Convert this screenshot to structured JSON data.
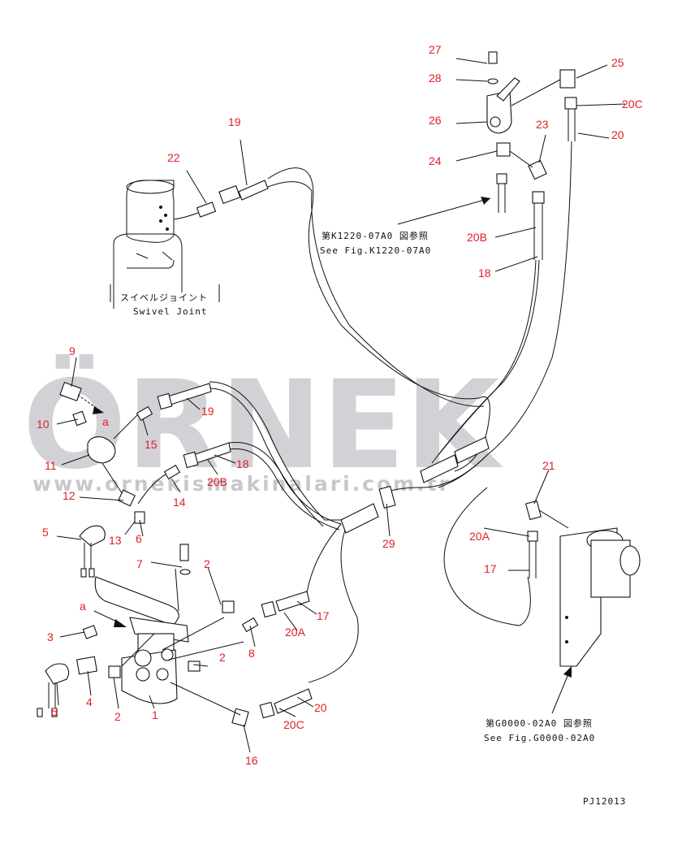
{
  "watermark": {
    "main": "ÖRNEK",
    "sub": "www.ornekismakinalari.com.tr"
  },
  "callouts": {
    "c27": "27",
    "c28": "28",
    "c25": "25",
    "c26": "26",
    "c20c_top": "20C",
    "c23": "23",
    "c20_top": "20",
    "c24": "24",
    "c19_top": "19",
    "c22": "22",
    "c20b_top": "20B",
    "c18_top": "18",
    "c9": "9",
    "c10": "10",
    "c11": "11",
    "c15": "15",
    "c19": "19",
    "c18": "18",
    "c20b": "20B",
    "c14": "14",
    "c12": "12",
    "c5": "5",
    "c13": "13",
    "c6": "6",
    "c7": "7",
    "c2a": "2",
    "c21": "21",
    "c20a_r": "20A",
    "c17_r": "17",
    "c29": "29",
    "c3": "3",
    "c17": "17",
    "c20a": "20A",
    "c8": "8",
    "c2b": "2",
    "c4": "4",
    "c2c": "2",
    "c1": "1",
    "c5b": "5",
    "c20": "20",
    "c20c": "20C",
    "c16": "16"
  },
  "arrow_labels": {
    "a1": "a",
    "a2": "a"
  },
  "references": {
    "swivel_jp": "スイベルジョイント",
    "swivel_en": "Swivel Joint",
    "k1220_jp": "第K1220-07A0 図参照",
    "k1220_en": "See Fig.K1220-07A0",
    "g0000_jp": "第G0000-02A0 図参照",
    "g0000_en": "See Fig.G0000-02A0"
  },
  "drawing_number": "PJ12013"
}
